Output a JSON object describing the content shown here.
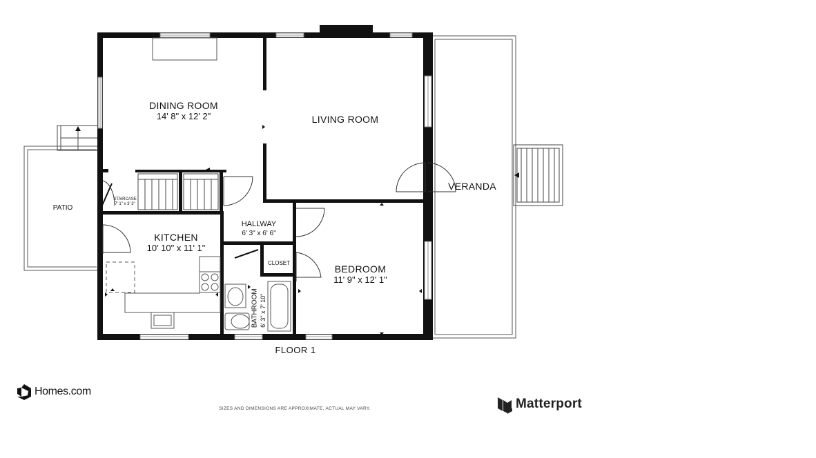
{
  "rooms": {
    "dining_room": {
      "name": "DINING ROOM",
      "dims": "14' 8\" x 12' 2\""
    },
    "living_room": {
      "name": "LIVING ROOM"
    },
    "veranda": {
      "name": "VERANDA"
    },
    "patio": {
      "name": "PATIO"
    },
    "staircase": {
      "name": "STAIRCASE",
      "dims": "7' 1\" x 3' 3\""
    },
    "kitchen": {
      "name": "KITCHEN",
      "dims": "10' 10\" x 11' 1\""
    },
    "hallway": {
      "name": "HALLWAY",
      "dims": "6' 3\" x 6' 6\""
    },
    "closet": {
      "name": "CLOSET"
    },
    "bedroom": {
      "name": "BEDROOM",
      "dims": "11' 9\" x 12' 1\""
    },
    "bathroom": {
      "name": "BATHROOM",
      "dims": "6' 3\" x 7' 10\""
    }
  },
  "floor_label": "FLOOR 1",
  "disclaimer": "SIZES AND DIMENSIONS ARE APPROXIMATE, ACTUAL MAY VARY.",
  "branding": {
    "homes": "Homes.com",
    "matterport": "Matterport"
  },
  "colors": {
    "wall": "#111111",
    "fixture": "#333333"
  }
}
